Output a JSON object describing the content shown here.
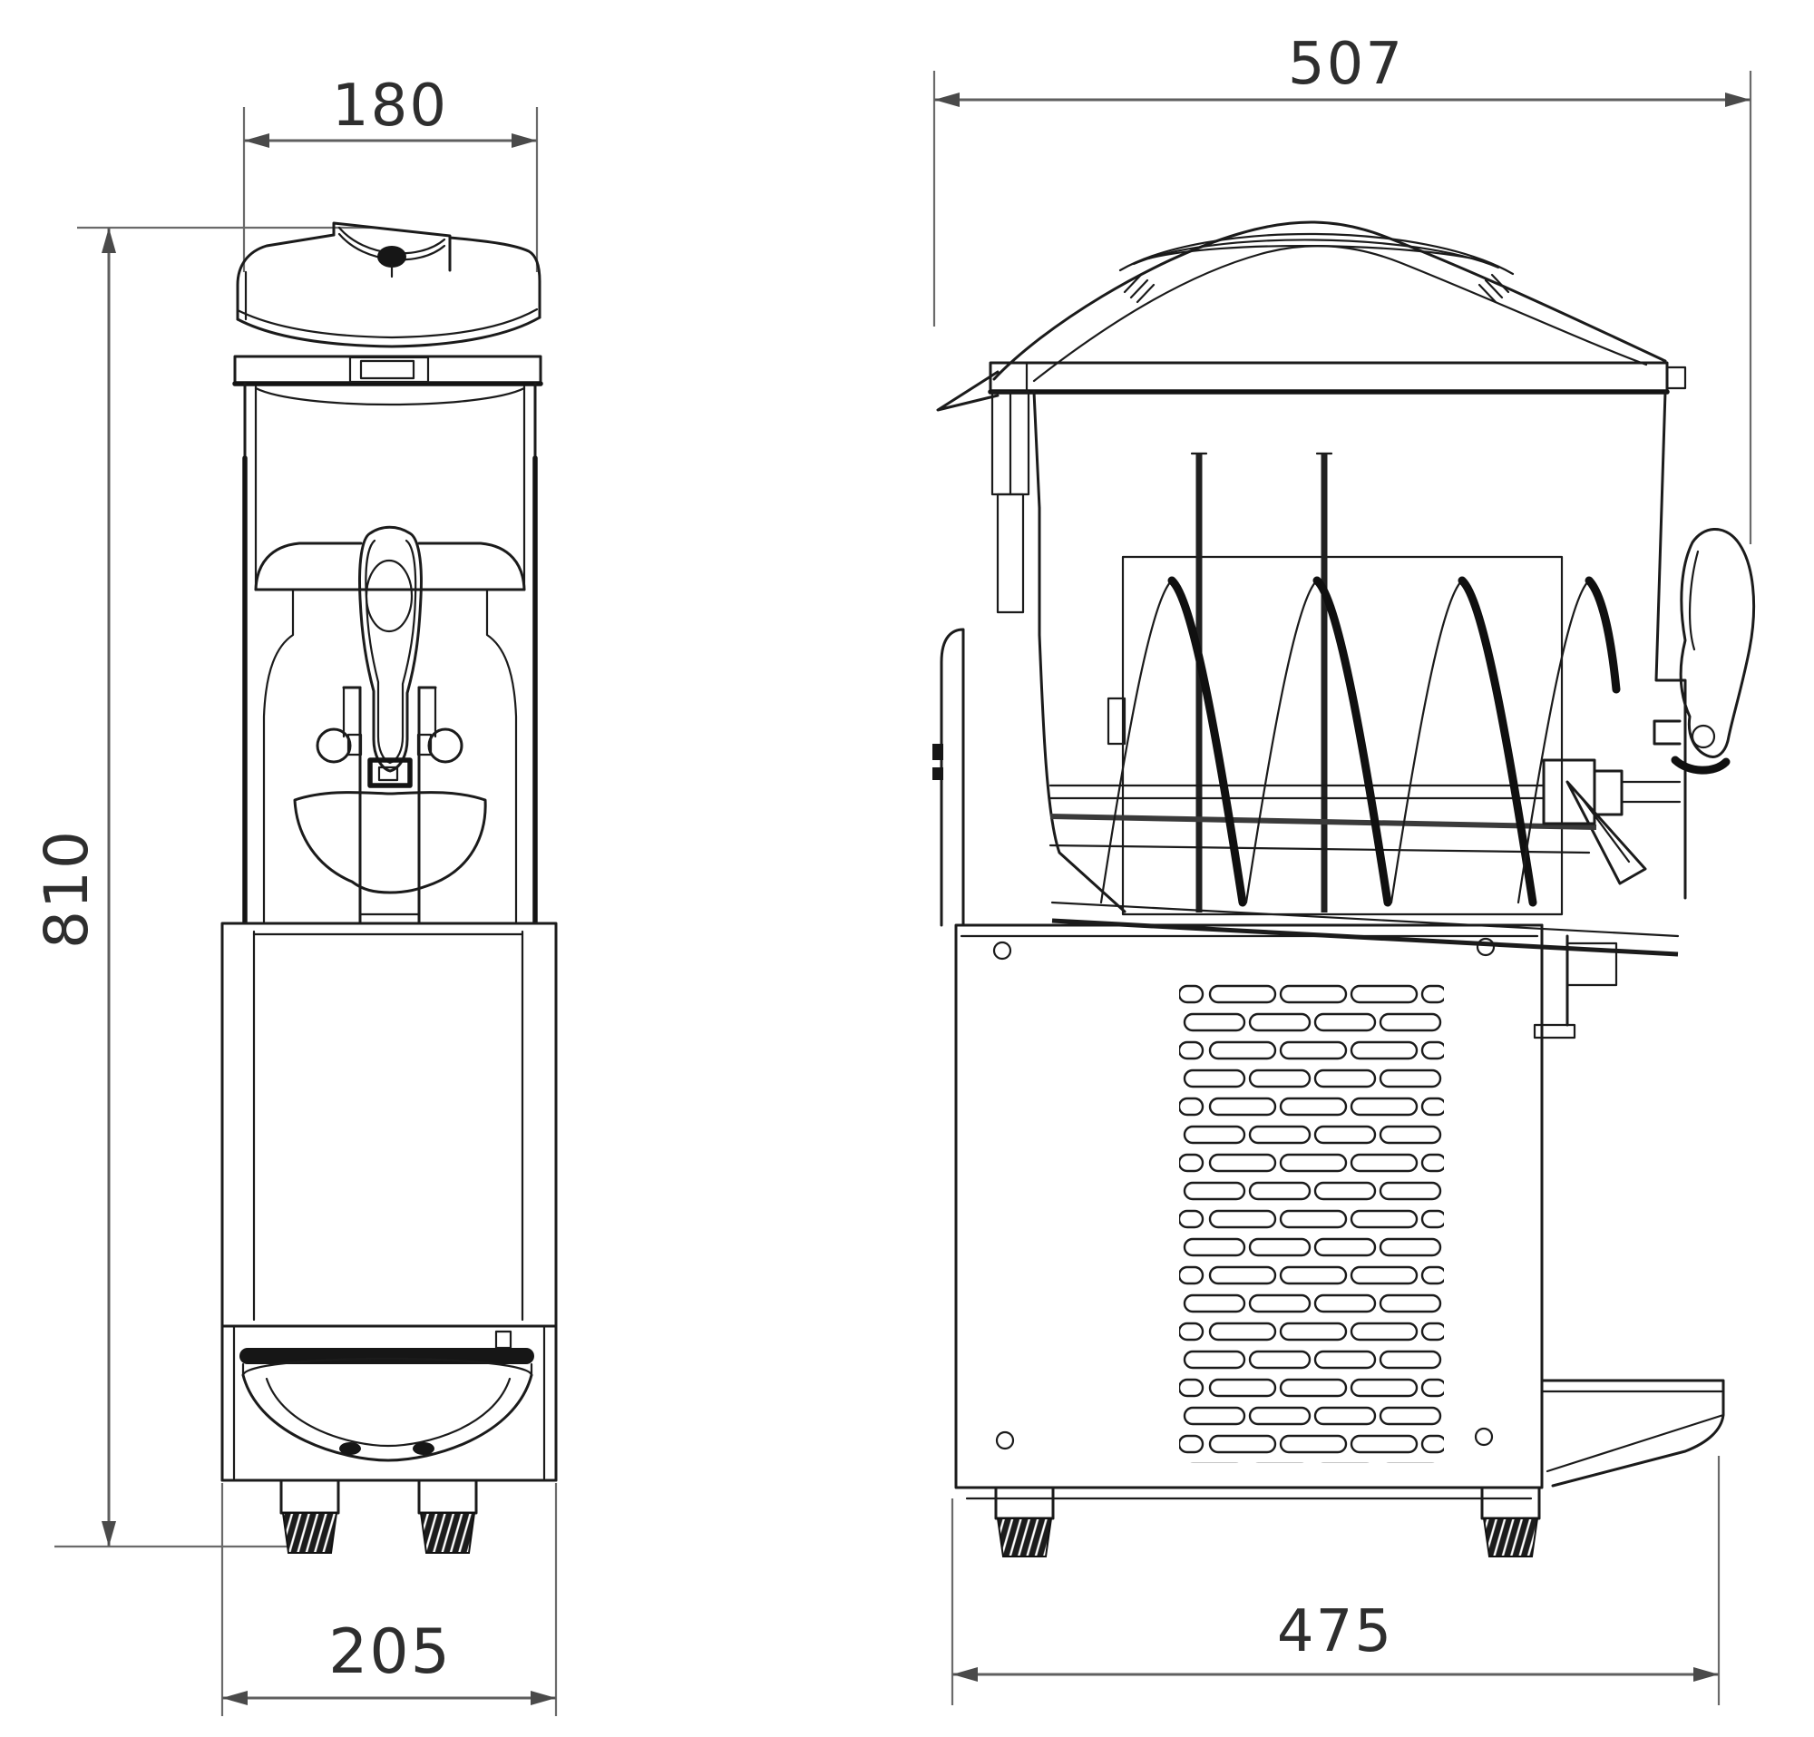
{
  "drawing": {
    "title": "slush-machine-dimension-drawing",
    "views": {
      "front": {
        "width_top_mm": "180",
        "height_mm": "810",
        "width_base_mm": "205"
      },
      "side": {
        "depth_top_mm": "507",
        "depth_base_mm": "475"
      }
    },
    "colors": {
      "background": "#ffffff",
      "machine_line": "#1b1b1b",
      "dimension_line": "#5f5f5f",
      "dimension_text": "#2e2e2e"
    }
  }
}
